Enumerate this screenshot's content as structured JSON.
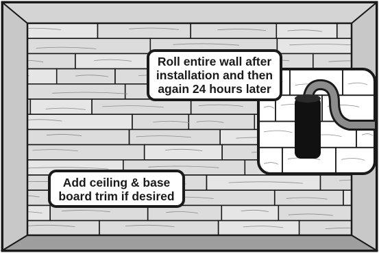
{
  "colors": {
    "outline": "#1a1a1a",
    "side_wall": "#c8c8c8",
    "floor": "#9e9e9e",
    "plank": "#dcdcdc",
    "plank_alt": "#e6e6e6",
    "grain": "#8a8a8a",
    "callout_bg": "#ffffff",
    "roller": "#111111",
    "roller_handle": "#8c8c8c"
  },
  "callouts": {
    "roll": {
      "line1": "Roll entire wall after",
      "line2": "installation and then",
      "line3": "again 24 hours later"
    },
    "trim": {
      "line1": "Add ceiling & base",
      "line2": "board trim if desired"
    }
  },
  "icons": {
    "roller": "paint-roller-icon",
    "detail": "magnified-plank-detail"
  }
}
